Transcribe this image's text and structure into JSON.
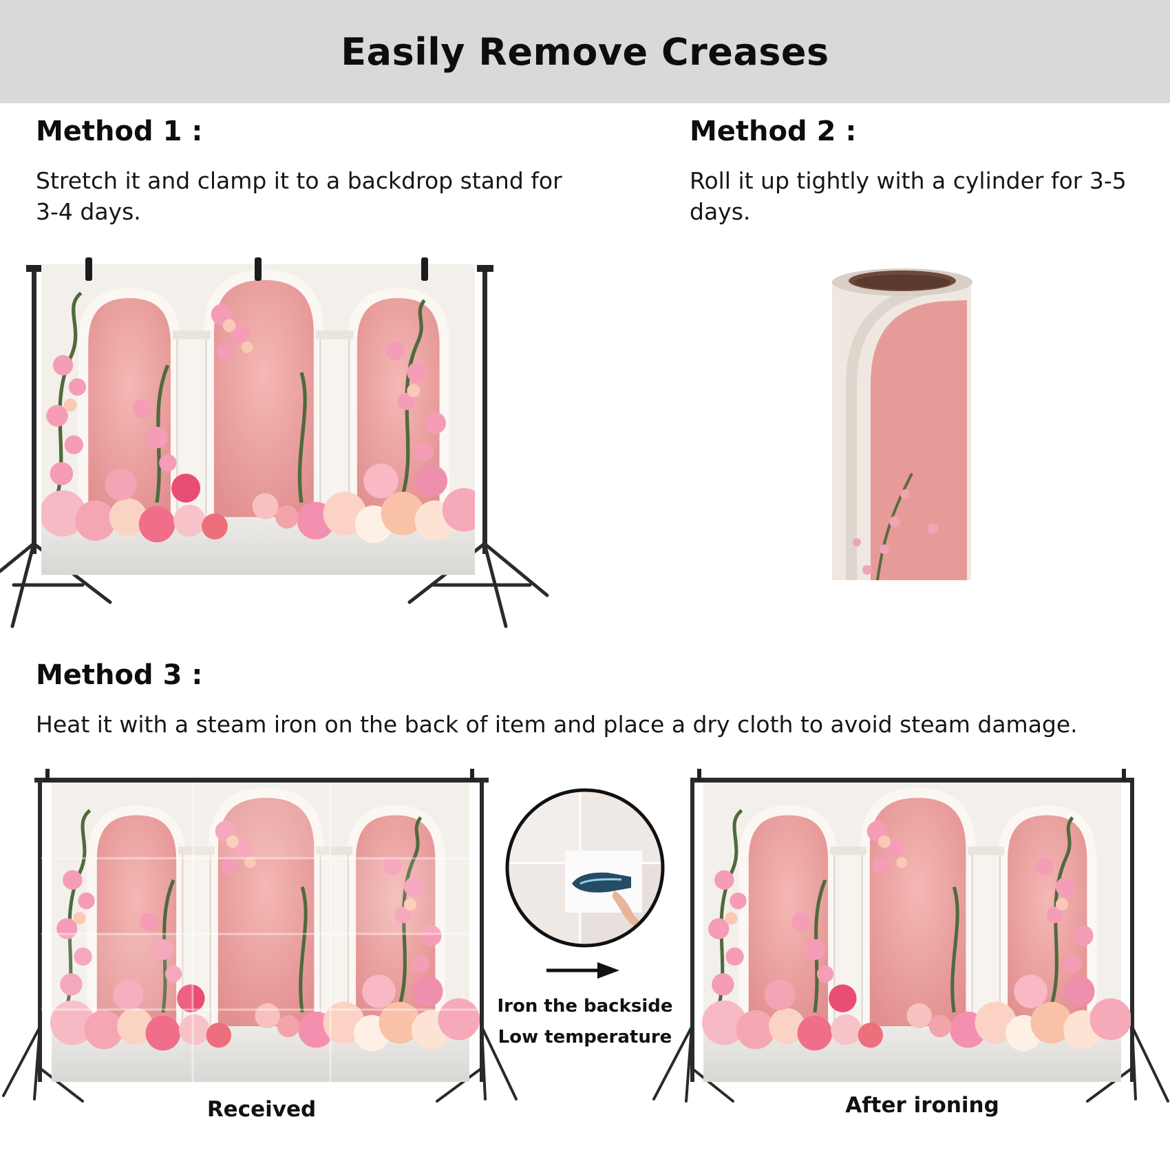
{
  "header": {
    "title": "Easily Remove Creases"
  },
  "method1": {
    "title": "Method 1 :",
    "description": "Stretch it and clamp it to a backdrop stand for 3-4 days."
  },
  "method2": {
    "title": "Method 2 :",
    "description": "Roll it up tightly with a cylinder for 3-5 days."
  },
  "method3": {
    "title": "Method 3 :",
    "description": "Heat it with a steam iron on the back of item and place a dry cloth to avoid steam damage."
  },
  "comparison": {
    "received_label": "Received",
    "after_label": "After ironing",
    "instruction_line1": "Iron the backside",
    "instruction_line2": "Low temperature"
  },
  "colors": {
    "header_bg": "#d9d9d7",
    "arch_pink": "#e9a1a0",
    "arch_white": "#f1ece6",
    "floor": "#e4e2df",
    "stand": "#2a2a2a"
  },
  "icons": [
    "backdrop-stand-icon",
    "rolled-backdrop-icon",
    "steam-iron-icon",
    "arrow-right-icon"
  ]
}
